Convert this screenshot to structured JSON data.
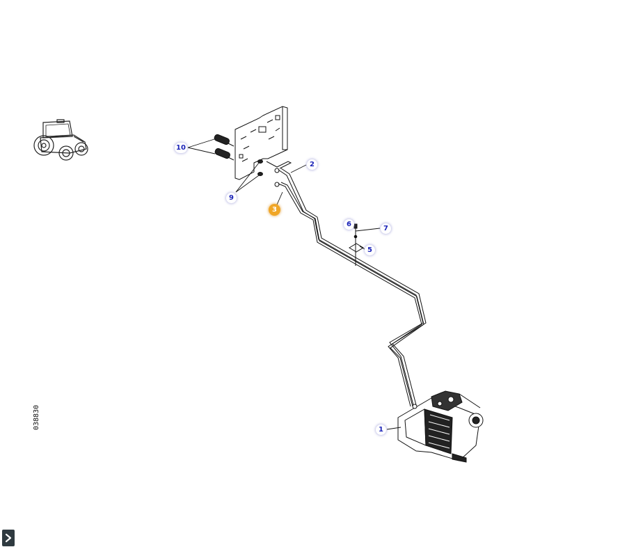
{
  "diagram": {
    "drawing_code": "038830",
    "callouts": [
      {
        "label": "10",
        "active": false
      },
      {
        "label": "2",
        "active": false
      },
      {
        "label": "9",
        "active": false
      },
      {
        "label": "3",
        "active": true
      },
      {
        "label": "6",
        "active": false
      },
      {
        "label": "7",
        "active": false
      },
      {
        "label": "5",
        "active": false
      },
      {
        "label": "1",
        "active": false
      }
    ],
    "colors": {
      "callout_text": "#1a22b8",
      "active_callout": "#f0a626",
      "line": "#111111"
    }
  },
  "controls": {
    "expand_icon": "chevron-right-icon"
  }
}
